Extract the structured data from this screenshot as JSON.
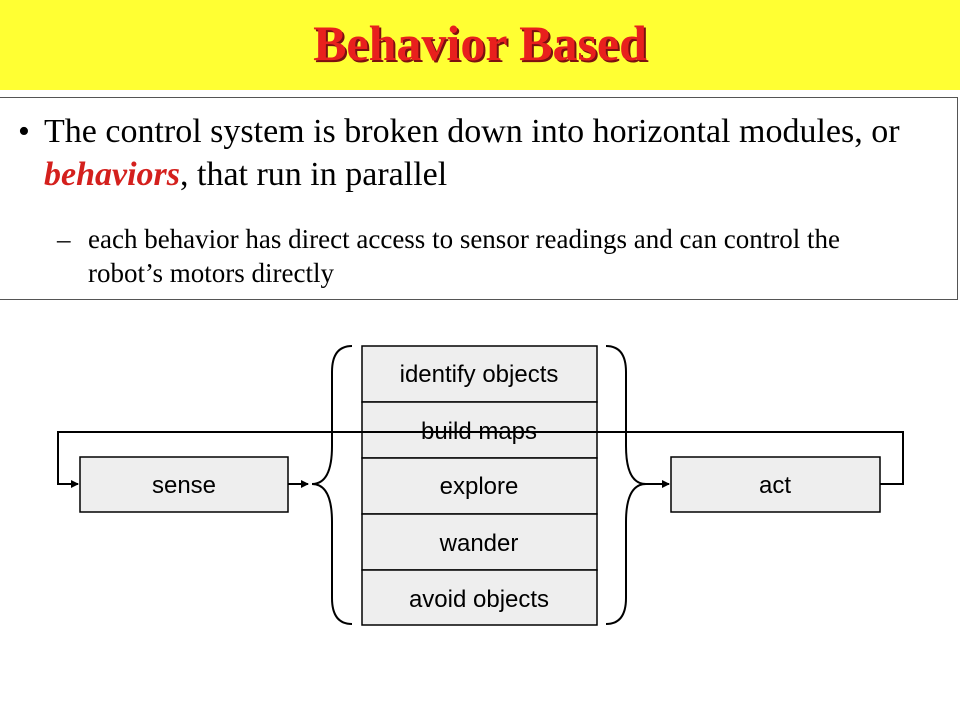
{
  "slide": {
    "title": "Behavior Based",
    "bullet": {
      "before": "The control system is broken down into horizontal modules, or ",
      "highlight": "behaviors",
      "after": ", that run in parallel"
    },
    "subbullet": "each behavior has direct access to sensor readings and can control the robot’s motors directly"
  },
  "diagram": {
    "sense": "sense",
    "act": "act",
    "behaviors": [
      "identify objects",
      "build maps",
      "explore",
      "wander",
      "avoid objects"
    ]
  },
  "colors": {
    "title_bar": "#ffff33",
    "title_text": "#e8201d",
    "highlight": "#d4201d",
    "box_fill": "#eeeeee"
  }
}
